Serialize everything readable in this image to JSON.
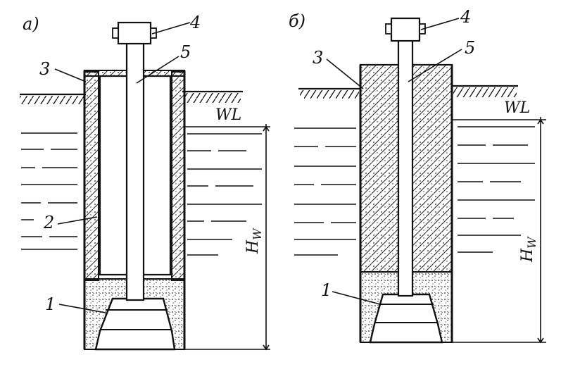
{
  "panels": [
    {
      "letter": "а)",
      "labels": {
        "n1": "1",
        "n2": "2",
        "n3": "3",
        "n4": "4",
        "n5": "5"
      },
      "water_level": "WL",
      "height": "H",
      "height_sub": "W"
    },
    {
      "letter": "б)",
      "labels": {
        "n1": "1",
        "n3": "3",
        "n4": "4",
        "n5": "5"
      },
      "water_level": "WL",
      "height": "H",
      "height_sub": "W"
    }
  ],
  "colors": {
    "ink": "#111111",
    "paper": "#ffffff"
  }
}
